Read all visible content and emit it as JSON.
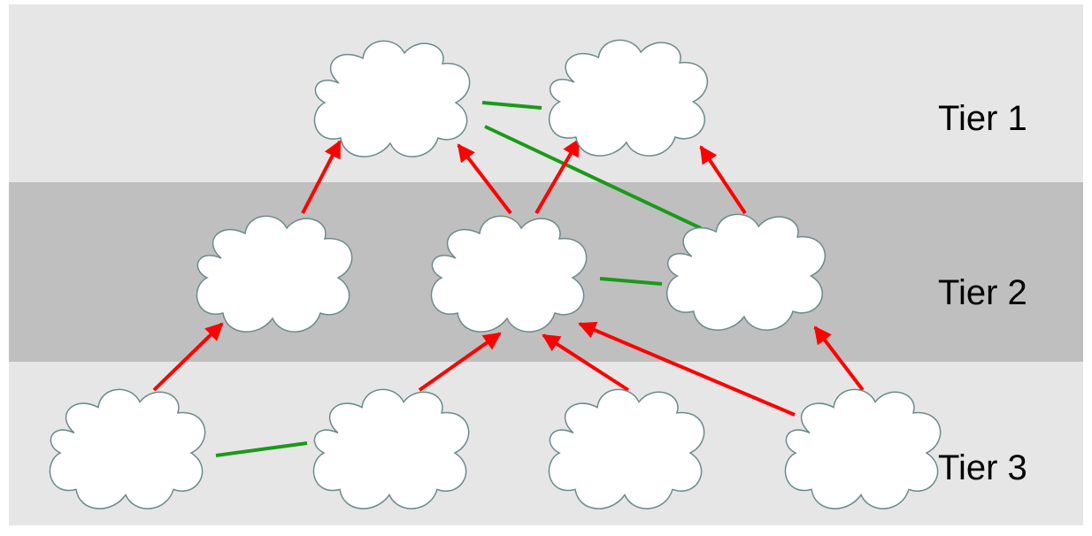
{
  "tiers": [
    {
      "id": "tier1",
      "label": "Tier 1"
    },
    {
      "id": "tier2",
      "label": "Tier 2"
    },
    {
      "id": "tier3",
      "label": "Tier 3"
    }
  ],
  "colors": {
    "band_light": "#e6e6e6",
    "band_dark": "#bfbfbf",
    "cloud_fill": "#ffffff",
    "cloud_stroke": "#6e8a8a",
    "transit_link": "#ff0000",
    "peering_link": "#1a9a1a"
  },
  "clouds": [
    {
      "id": "t1-a",
      "tier": "tier1"
    },
    {
      "id": "t1-b",
      "tier": "tier1"
    },
    {
      "id": "t2-a",
      "tier": "tier2"
    },
    {
      "id": "t2-b",
      "tier": "tier2"
    },
    {
      "id": "t2-c",
      "tier": "tier2"
    },
    {
      "id": "t3-a",
      "tier": "tier3"
    },
    {
      "id": "t3-b",
      "tier": "tier3"
    },
    {
      "id": "t3-c",
      "tier": "tier3"
    },
    {
      "id": "t3-d",
      "tier": "tier3"
    }
  ],
  "transit_links": [
    {
      "from": "t2-a",
      "to": "t1-a"
    },
    {
      "from": "t2-b",
      "to": "t1-a"
    },
    {
      "from": "t2-b",
      "to": "t1-b"
    },
    {
      "from": "t2-c",
      "to": "t1-b"
    },
    {
      "from": "t3-a",
      "to": "t2-a"
    },
    {
      "from": "t3-b",
      "to": "t2-b"
    },
    {
      "from": "t3-c",
      "to": "t2-b"
    },
    {
      "from": "t3-d",
      "to": "t2-b"
    },
    {
      "from": "t3-d",
      "to": "t2-c"
    }
  ],
  "peering_links": [
    {
      "a": "t1-a",
      "b": "t1-b"
    },
    {
      "a": "t1-a",
      "b": "t2-c"
    },
    {
      "a": "t2-b",
      "b": "t2-c"
    },
    {
      "a": "t3-a",
      "b": "t3-b"
    }
  ]
}
